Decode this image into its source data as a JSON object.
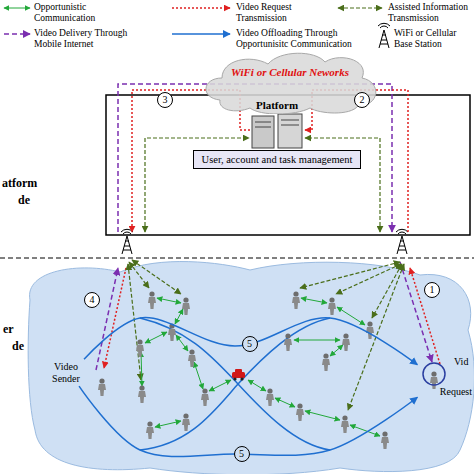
{
  "diagram": {
    "nodes": [
      {
        "text": [
          "WiFi or Cellular Neworks"
        ]
      },
      {
        "text": [
          "Platform",
          "User, account and task management"
        ]
      },
      {
        "text": [
          "Video Sender"
        ]
      },
      {
        "text": [
          "Vid",
          "Request"
        ]
      }
    ],
    "edges": [
      {
        "from": 2,
        "to": 3,
        "arrow": "to",
        "label": "5"
      },
      {
        "from": 2,
        "to": 3,
        "arrow": "to",
        "label": "5"
      }
    ],
    "labels": [
      "atform",
      "de",
      "er",
      "de",
      "3",
      "2",
      "4",
      "1"
    ],
    "legend": [
      {
        "text": "Opportunistic Communication"
      },
      {
        "text": "Video Request Transmission"
      },
      {
        "text": "Assisted Information Transmission"
      },
      {
        "text": "Video Delivery Through Mobile Internet"
      },
      {
        "text": "Video Offloading Through Opportunisitc Communication"
      },
      {
        "text": "WiFi or Cellular Base Station"
      }
    ]
  }
}
